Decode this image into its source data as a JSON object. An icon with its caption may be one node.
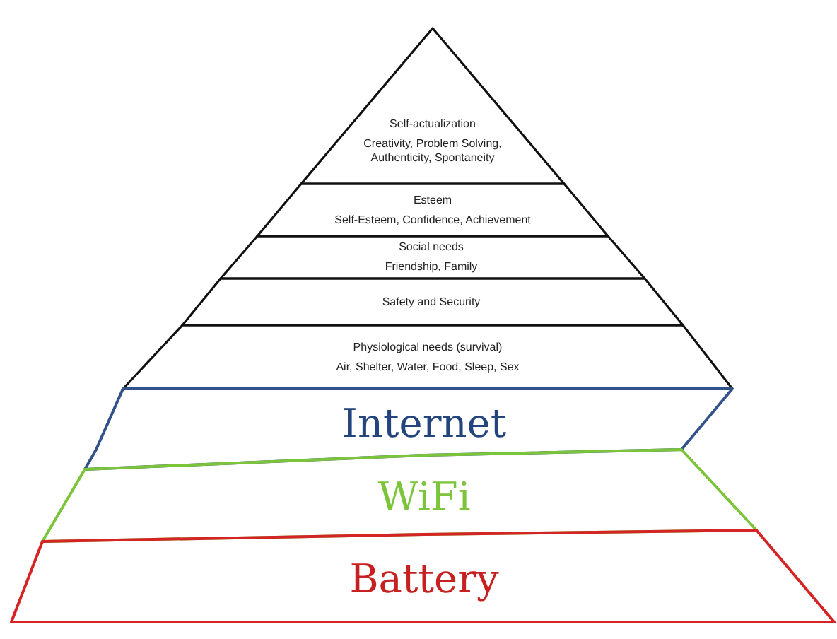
{
  "diagram": {
    "nodes": [
      {
        "text": [
          "Self-actualization",
          "Creativity, Problem Solving, Authenticity, Spontaneity"
        ]
      },
      {
        "text": [
          "Esteem",
          "Self-Esteem, Confidence, Achievement"
        ]
      },
      {
        "text": [
          "Social needs",
          "Friendship, Family"
        ]
      },
      {
        "text": [
          "Safety and Security"
        ]
      },
      {
        "text": [
          "Physiological needs (survival)",
          "Air, Shelter, Water, Food, Sleep, Sex"
        ]
      },
      {
        "text": [
          "Internet"
        ]
      },
      {
        "text": [
          "WiFi"
        ]
      },
      {
        "text": [
          "Battery"
        ]
      }
    ]
  }
}
